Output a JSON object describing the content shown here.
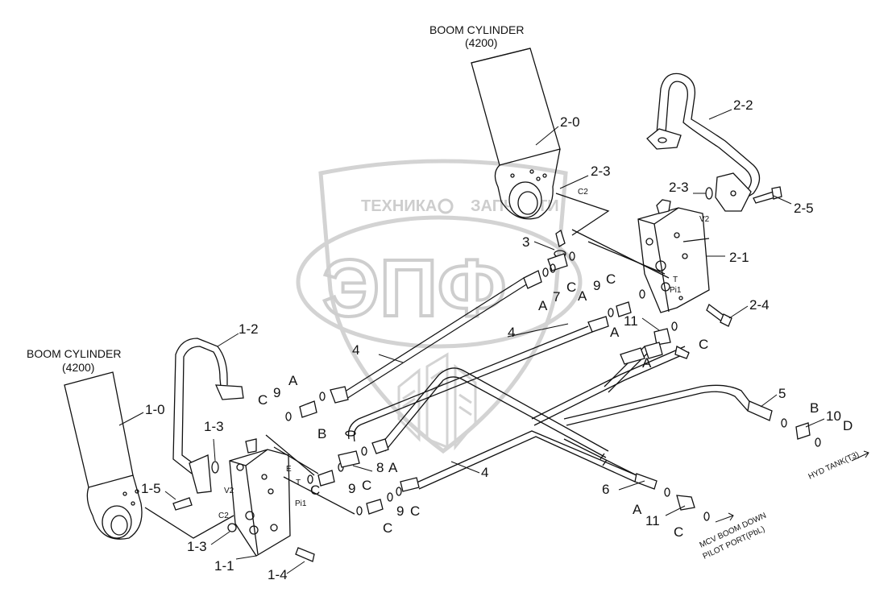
{
  "titles": {
    "boom_cylinder_top_name": "BOOM CYLINDER",
    "boom_cylinder_top_code": "(4200)",
    "boom_cylinder_left_name": "BOOM CYLINDER",
    "boom_cylinder_left_code": "(4200)"
  },
  "notes": {
    "hyd_tank": "HYD TANK(T3)",
    "mcv_line1": "MCV BOOM DOWN",
    "mcv_line2": "PILOT PORT(PbL)"
  },
  "watermark": {
    "line1_left": "ТЕХНИКА",
    "line1_right": "ЗАПЧАСТИ",
    "main": "ЭПФ"
  },
  "callouts": {
    "c_2_0": "2-0",
    "c_2_2": "2-2",
    "c_2_3a": "2-3",
    "c_2_3b": "2-3",
    "c_2_5": "2-5",
    "c_2_1": "2-1",
    "c_2_4": "2-4",
    "c_3": "3",
    "c_7": "7",
    "c_9a": "9",
    "c_11a": "11",
    "c_4a": "4",
    "c_4b": "4",
    "c_4c": "4",
    "c_1_2": "1-2",
    "c_1_0": "1-0",
    "c_1_3a": "1-3",
    "c_1_5": "1-5",
    "c_1_3b": "1-3",
    "c_1_1": "1-1",
    "c_1_4": "1-4",
    "c_9b": "9",
    "c_8": "8",
    "c_9c": "9",
    "c_9d": "9",
    "c_5": "5",
    "c_10": "10",
    "c_6": "6",
    "c_11b": "11"
  },
  "letters": {
    "a1": "A",
    "c1": "C",
    "a2": "A",
    "c2": "C",
    "a3": "A",
    "c3": "C",
    "a4": "A",
    "c4": "C",
    "a5": "A",
    "c5": "C",
    "b1": "B",
    "a6": "A",
    "c6": "C",
    "c7": "C",
    "c8": "C",
    "b2": "B",
    "d1": "D",
    "a7": "A",
    "c9": "C"
  },
  "ports": {
    "c2_top": "C2",
    "v2_top": "V2",
    "t_top": "T",
    "pi1_top": "Pi1",
    "e_left": "E",
    "t_left": "T",
    "pi1_left": "Pi1",
    "v2_left": "V2",
    "c2_left": "C2"
  }
}
